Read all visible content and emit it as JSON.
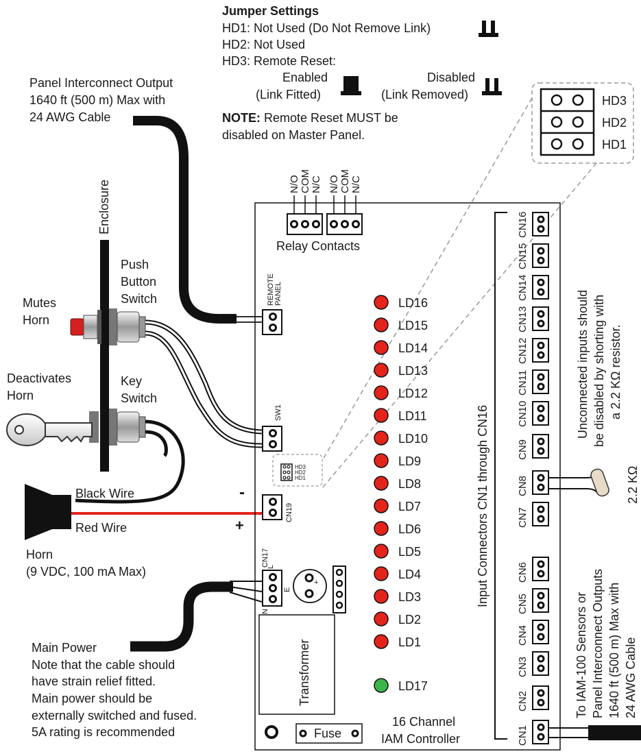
{
  "jumper": {
    "title": "Jumper Settings",
    "hd1": "HD1:  Not Used (Do Not Remove Link)",
    "hd2": "HD2:  Not Used",
    "hd3": "HD3:  Remote Reset:",
    "enabled_1": "Enabled",
    "enabled_2": "(Link Fitted)",
    "disabled_1": "Disabled",
    "disabled_2": "(Link Removed)",
    "note_bold": "NOTE:",
    "note_1": " Remote Reset MUST be",
    "note_2": "disabled on Master Panel.",
    "header_labels": [
      "HD3",
      "HD2",
      "HD1"
    ]
  },
  "panel_output": {
    "line1": "Panel Interconnect Output",
    "line2": "1640 ft (500 m) Max with",
    "line3": "24 AWG Cable"
  },
  "enclosure": "Enclosure",
  "push_button": [
    "Push",
    "Button",
    "Switch"
  ],
  "mutes_horn": [
    "Mutes",
    "Horn"
  ],
  "deactivates_horn": [
    "Deactivates",
    "Horn"
  ],
  "key_switch": [
    "Key",
    "Switch"
  ],
  "black_wire": "Black Wire",
  "red_wire": "Red Wire",
  "minus": "-",
  "plus": "+",
  "horn": [
    "Horn",
    "(9 VDC, 100 mA Max)"
  ],
  "main_power": {
    "title": "Main Power",
    "lines": [
      "Note that the cable should",
      "have strain relief fitted.",
      "Main power should be",
      "externally switched and fused.",
      "5A rating is recommended"
    ]
  },
  "relay": {
    "labels": [
      "N/O",
      "COM",
      "N/C",
      "N/O",
      "COM",
      "N/C"
    ],
    "title": "Relay Contacts"
  },
  "board": {
    "remote_panel": [
      "REMOTE",
      "PANEL"
    ],
    "sw1": "SW1",
    "cn19": "CN19",
    "cn17": "CN17",
    "l": "L",
    "e": "E",
    "n": "N",
    "hd_small": [
      "HD3",
      "HD2",
      "HD1"
    ],
    "transformer": "Transformer",
    "fuse": "Fuse",
    "title": [
      "16 Channel",
      "IAM Controller"
    ],
    "inputs_label": "Input Connectors CN1 through CN16"
  },
  "leds": [
    {
      "label": "LD16",
      "color": "#e3241b"
    },
    {
      "label": "LD15",
      "color": "#e3241b"
    },
    {
      "label": "LD14",
      "color": "#e3241b"
    },
    {
      "label": "LD13",
      "color": "#e3241b"
    },
    {
      "label": "LD12",
      "color": "#e3241b"
    },
    {
      "label": "LD11",
      "color": "#e3241b"
    },
    {
      "label": "LD10",
      "color": "#e3241b"
    },
    {
      "label": "LD9",
      "color": "#e3241b"
    },
    {
      "label": "LD8",
      "color": "#e3241b"
    },
    {
      "label": "LD7",
      "color": "#e3241b"
    },
    {
      "label": "LD6",
      "color": "#e3241b"
    },
    {
      "label": "LD5",
      "color": "#e3241b"
    },
    {
      "label": "LD4",
      "color": "#e3241b"
    },
    {
      "label": "LD3",
      "color": "#e3241b"
    },
    {
      "label": "LD2",
      "color": "#e3241b"
    },
    {
      "label": "LD1",
      "color": "#e3241b"
    },
    {
      "label": "LD17",
      "color": "#3bb54a"
    }
  ],
  "connectors": [
    "CN16",
    "CN15",
    "CN14",
    "CN13",
    "CN12",
    "CN11",
    "CN10",
    "CN9",
    "CN8",
    "CN7",
    "CN6",
    "CN5",
    "CN4",
    "CN3",
    "CN2",
    "CN1"
  ],
  "unconnected_note": [
    "Unconnected inputs should",
    "be disabled by shorting with",
    "a 2.2 KΩ resistor."
  ],
  "resistor_label": "2.2 KΩ",
  "sensors_note": [
    "To IAM-100 Sensors or",
    "Panel Interconnect Outputs",
    "1640 ft (500 m) Max with",
    "24 AWG Cable"
  ],
  "colors": {
    "led_red": "#e3241b",
    "led_green": "#3bb54a",
    "red_wire": "#e3241b",
    "button_red": "#d42020"
  }
}
